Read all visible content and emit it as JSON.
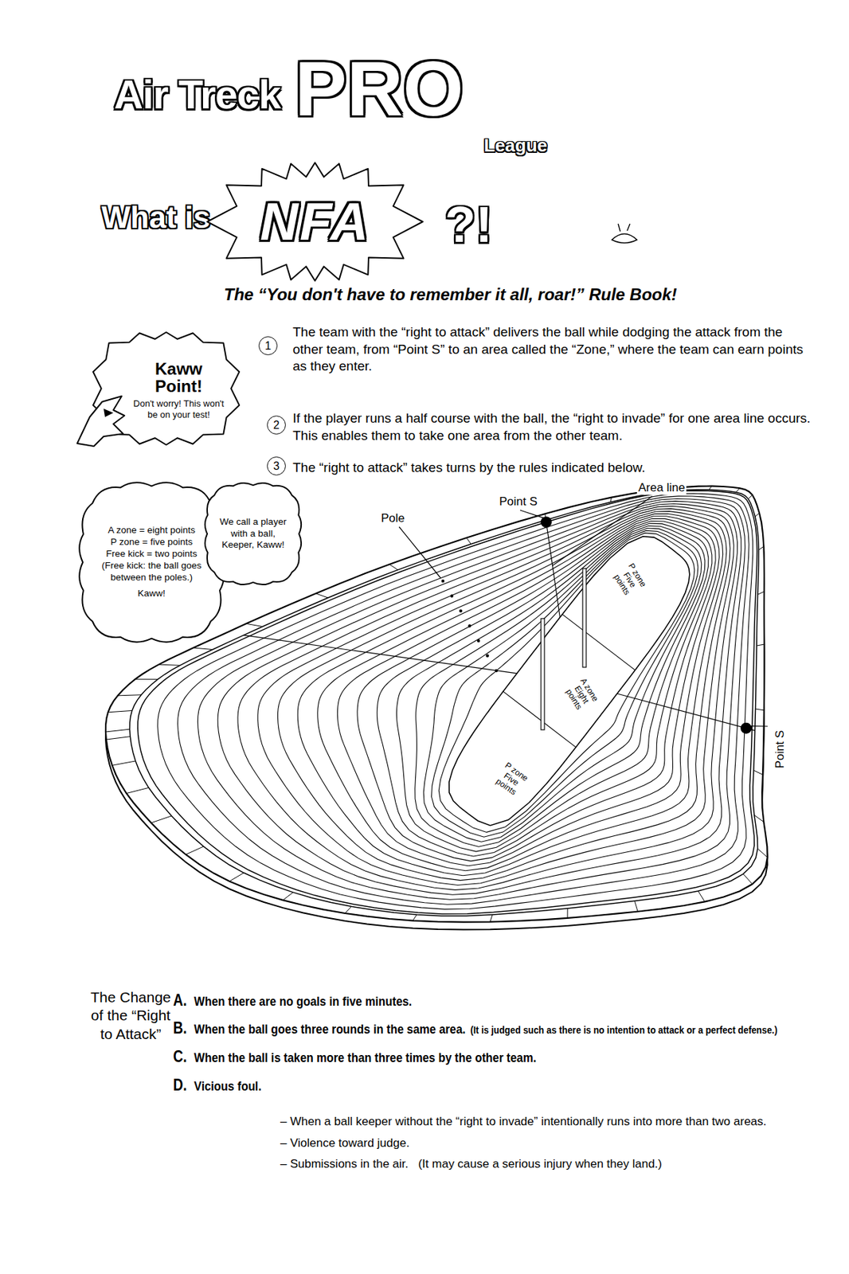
{
  "diagram": {
    "title": "Air Treck",
    "nodes": [
      {
        "text": [
          "NFA"
        ]
      },
      {
        "text": [
          "Kaww Point!",
          "Don't worry! This won't be on your test!"
        ]
      },
      {
        "text": [
          "1"
        ]
      },
      {
        "text": [
          "2"
        ]
      },
      {
        "text": [
          "3"
        ]
      },
      {
        "text": [
          "A zone = eight points",
          "P zone = five points",
          "Free kick = two points",
          "(Free kick: the ball goes between the poles.)",
          "Kaww!"
        ]
      },
      {
        "text": [
          "We call a player with a ball, Keeper, Kaww!"
        ]
      }
    ],
    "labels": [
      "PRO",
      "League",
      "What is",
      "?!",
      "The “You don't have to remember it all, roar!” Rule Book!",
      "The team with the “right to attack” delivers the ball while dodging the attack from the other team, from “Point S” to an area called the “Zone,” where the team can earn points as they enter.",
      "If the player runs a half course with the ball, the “right to invade” for one area line occurs. This enables them to take one area from the other team.",
      "The “right to attack” takes turns by the rules indicated below.",
      "Point S",
      "Area line",
      "Pole",
      "P zone Five points",
      "A zone Eight points",
      "P zone Five points",
      "Point S",
      "The Change of the “Right to Attack”",
      "A.",
      "When there are no goals in five minutes.",
      "B.",
      "When the ball goes three rounds in the same area.",
      "(It is judged such as there is no intention to attack or a perfect defense.)",
      "C.",
      "When the ball is taken more than three times by the other team.",
      "D.",
      "Vicious foul.",
      "– When a ball keeper without the “right to invade” intentionally runs into more than two areas.",
      "– Violence toward judge.",
      "– Submissions in the air.   (It may cause a serious injury when they land.)"
    ]
  }
}
